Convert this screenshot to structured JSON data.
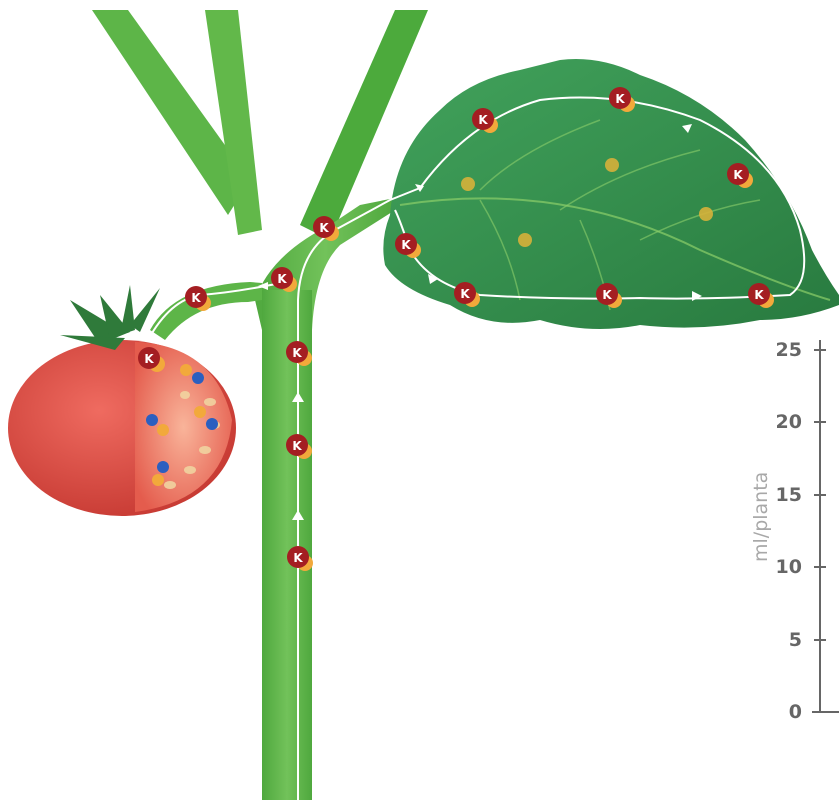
{
  "nutrient_marker": {
    "symbol": "K",
    "badge_color": "#a41e22",
    "glow_color": "#f2a93b"
  },
  "colors": {
    "stem": "#62b84a",
    "stem_dark": "#3f9a3a",
    "leaf": "#3a9a52",
    "leaf_dark": "#2a7d40",
    "tomato": "#d9473e",
    "tomato_inner": "#ef7a64",
    "flow_arrow": "#ffffff",
    "axis": "#666666"
  },
  "icons": [
    "tomato-fruit",
    "leaf",
    "stem",
    "potassium-k-badge",
    "flow-arrow"
  ],
  "axis": {
    "title": "ml/planta",
    "ticks": [
      "25",
      "20",
      "15",
      "10",
      "5",
      "0"
    ]
  }
}
